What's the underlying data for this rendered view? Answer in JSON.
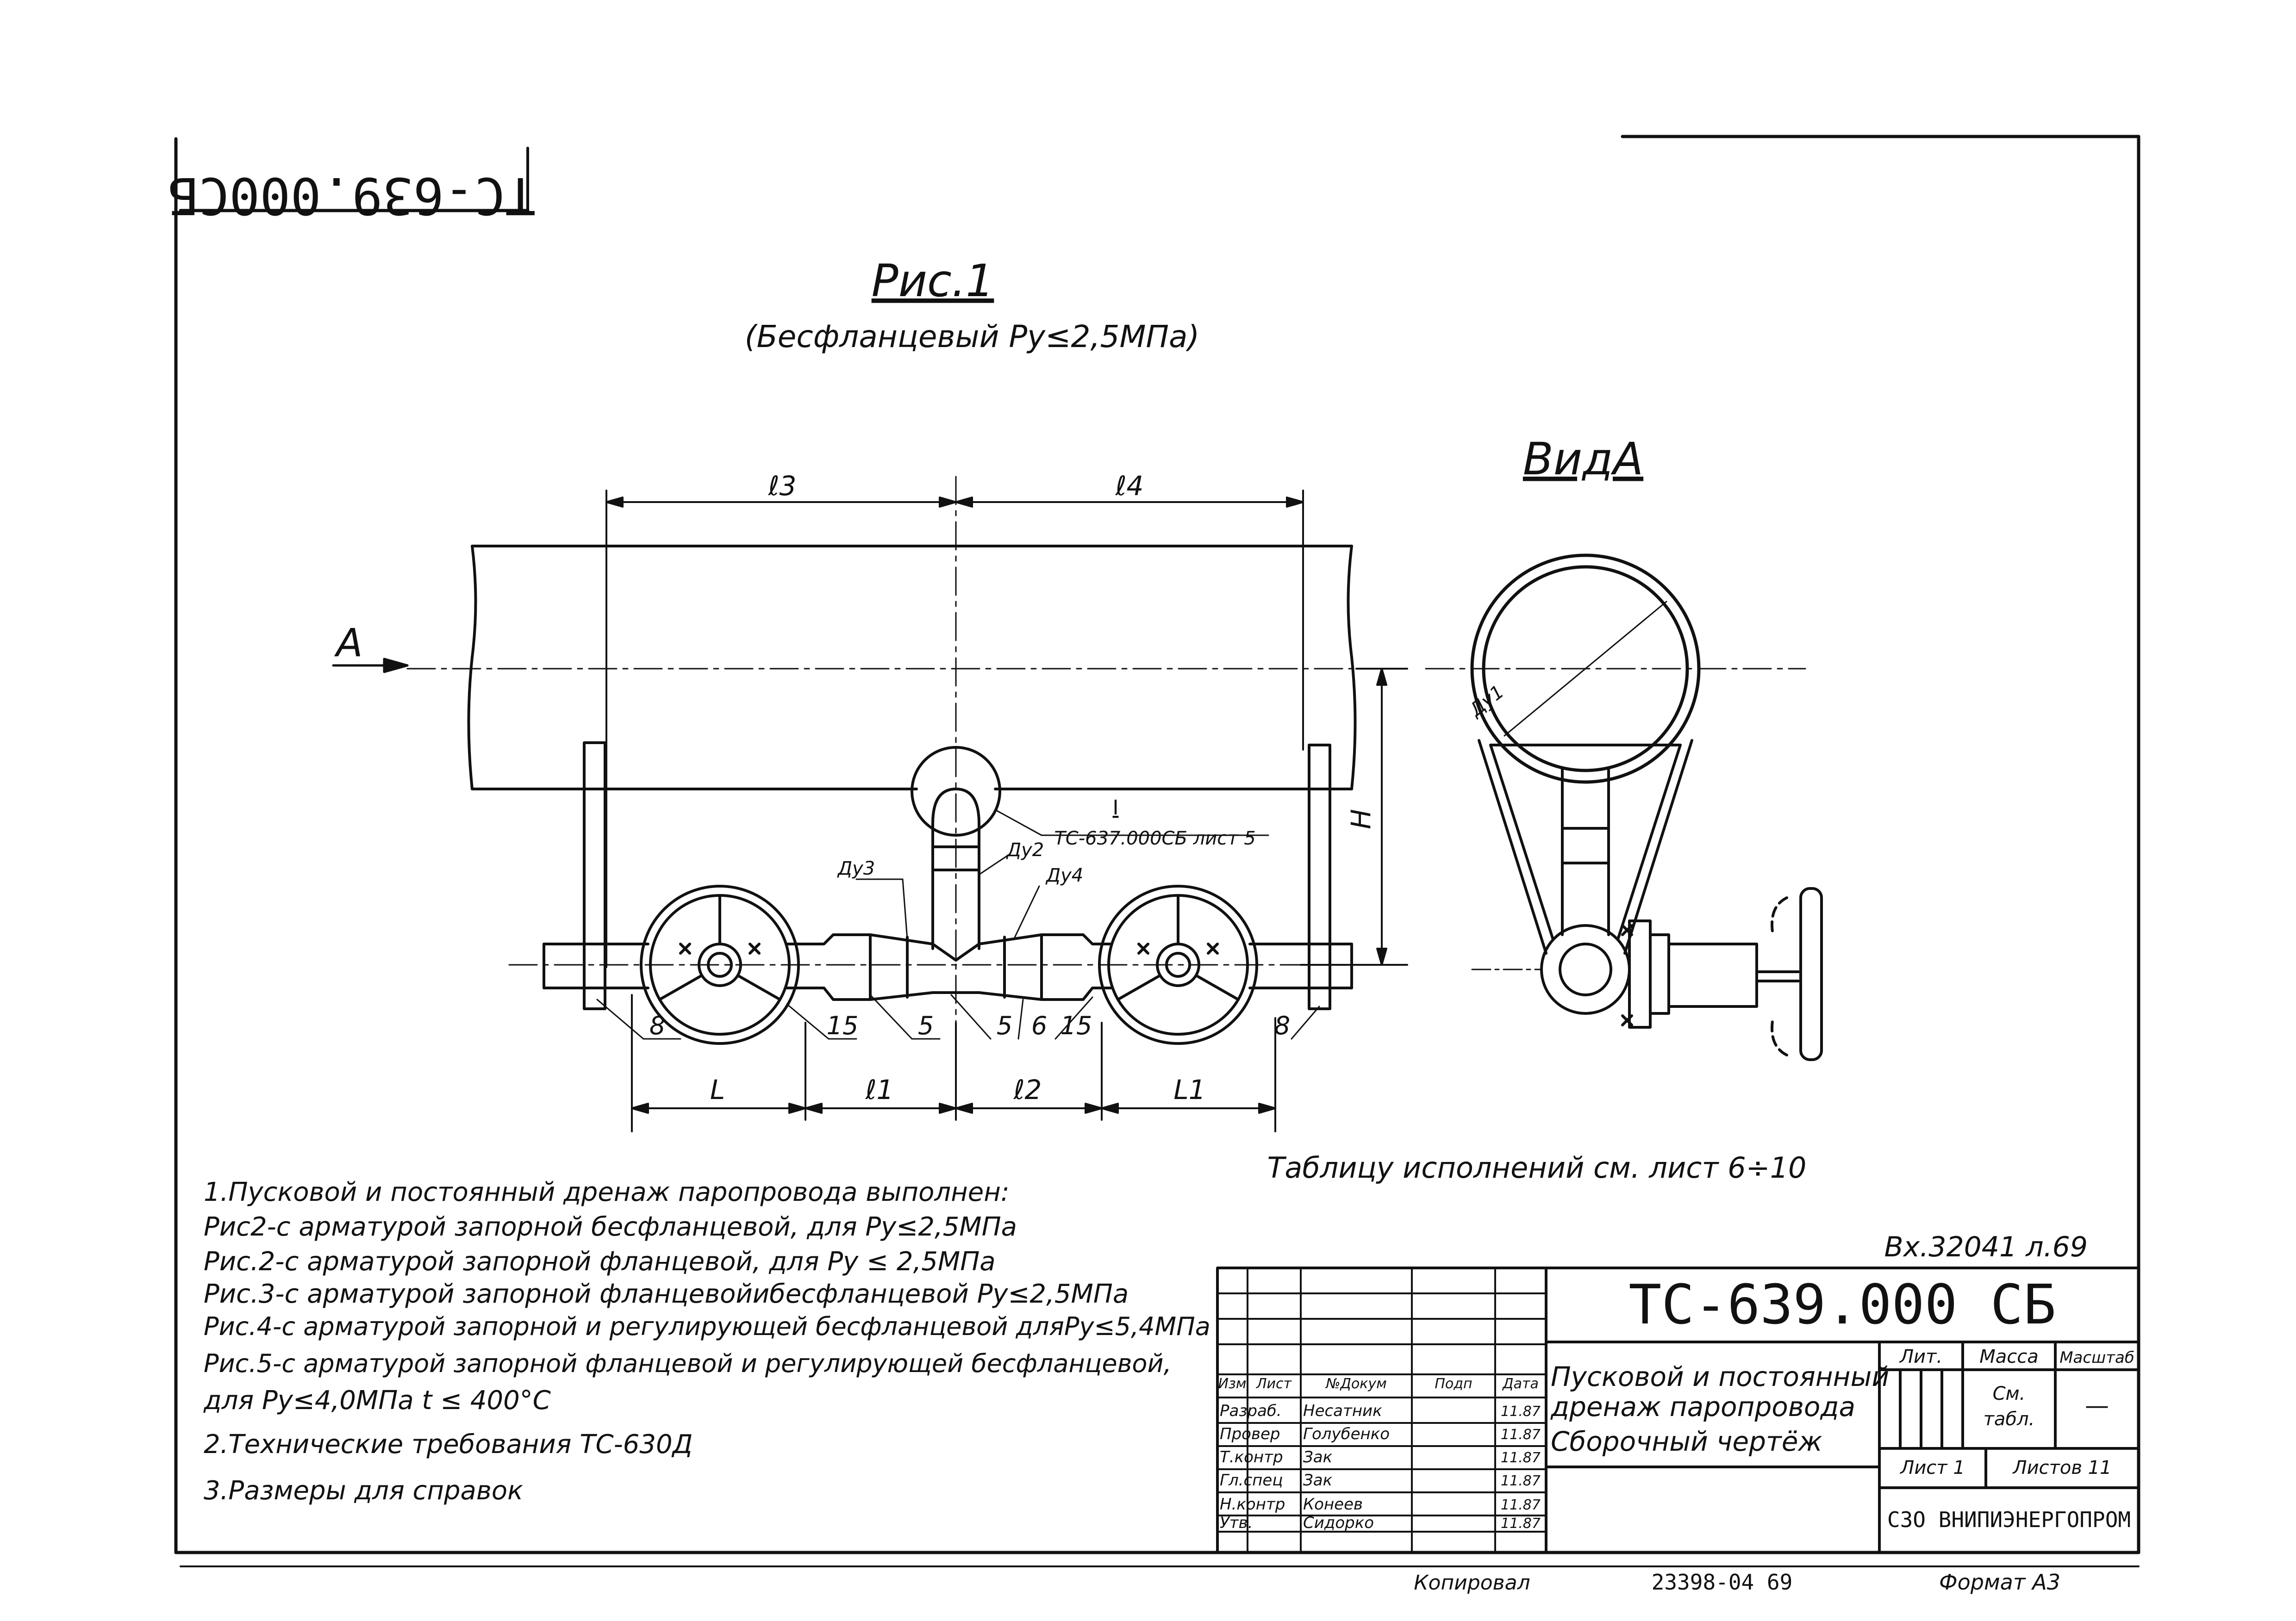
{
  "corner_stamp": "ТС-639.000СБ",
  "fig1": {
    "title": "Рис.1",
    "subtitle": "(Бесфланцевый Ру≤2,5МПа)"
  },
  "view_a": {
    "title": "ВидА"
  },
  "view_arrow_label": "А",
  "dimensions": {
    "l3": "ℓ3",
    "l4": "ℓ4",
    "L": "L",
    "l1": "ℓ1",
    "l2": "ℓ2",
    "L1": "L1",
    "H": "Н",
    "du1": "Ду1",
    "du2": "Ду2",
    "du3": "Ду3",
    "du4": "Ду4"
  },
  "detail_callout": {
    "mark": "I",
    "ref": "ТС-637.000СБ лист 5"
  },
  "positions": [
    "8",
    "15",
    "5",
    "5",
    "6",
    "15",
    "8"
  ],
  "table_note": "Таблицу исполнений см. лист 6÷10",
  "notes": [
    "1.Пусковой и постоянный дренаж паропровода выполнен:",
    "Рис2-с арматурой запорной бесфланцевой, для Ру≤2,5МПа",
    "Рис.2-с арматурой запорной фланцевой, для Ру ≤ 2,5МПа",
    "Рис.3-с арматурой запорной фланцевойибесфланцевой Ру≤2,5МПа",
    "Рис.4-с арматурой запорной и регулирующей бесфланцевой дляРу≤5,4МПа",
    "Рис.5-с арматурой запорной фланцевой и регулирующей бесфланцевой,",
    "для  Ру≤4,0МПа    t ≤ 400°С",
    "2.Технические требования ТС-630Д",
    "3.Размеры для справок"
  ],
  "inv_ref": "Вх.32041 л.69",
  "title_block": {
    "code": "ТС-639.000 СБ",
    "name": [
      "Пусковой и постоянный",
      "дренаж паропровода",
      "Сборочный чертёж"
    ],
    "col_headers": [
      "Изм",
      "Лист",
      "№Докум",
      "Подп",
      "Дата"
    ],
    "rows": [
      {
        "role": "Разраб.",
        "name": "Несатник",
        "date": "11.87"
      },
      {
        "role": "Провер",
        "name": "Голубенко",
        "date": "11.87"
      },
      {
        "role": "Т.контр",
        "name": "Зак",
        "date": "11.87"
      },
      {
        "role": "Гл.спец",
        "name": "Зак",
        "date": "11.87"
      },
      {
        "role": "Н.контр",
        "name": "Конеев",
        "date": "11.87"
      },
      {
        "role": "Утв.",
        "name": "Сидорко",
        "date": "11.87"
      }
    ],
    "lit_label": "Лит.",
    "mass_label": "Масса",
    "mass_value": [
      "См.",
      "табл."
    ],
    "scale_label": "Масштаб",
    "scale_value": "—",
    "sheet": "Лист 1",
    "sheets": "Листов 11",
    "org": "СЗО ВНИПИЭНЕРГОПРОМ"
  },
  "footer": {
    "copied": "Копировал",
    "number": "23398-04  69",
    "format": "Формат А3"
  }
}
